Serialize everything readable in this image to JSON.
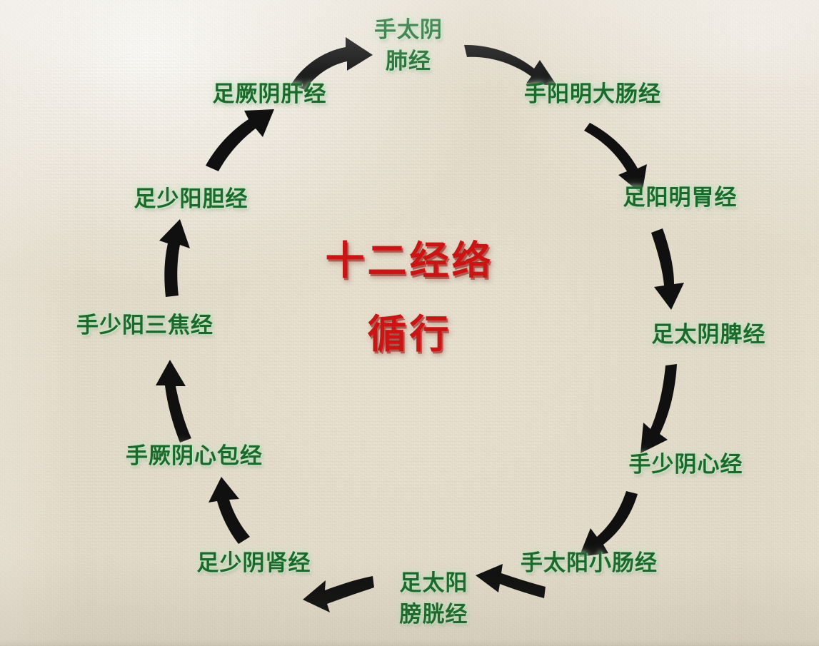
{
  "diagram": {
    "title_line1": "十二经络",
    "title_line2": "循行",
    "title_color": "#cf1414",
    "label_color": "#1a6b2c",
    "arrow_color": "#101010",
    "background_color": "#e7e0d0",
    "type": "cycle",
    "direction": "clockwise",
    "node_count": 12,
    "nodes": [
      {
        "order": 1,
        "label": "手太阴肺经",
        "lines": [
          "手太阴",
          "肺经"
        ],
        "position": "top"
      },
      {
        "order": 2,
        "label": "手阳明大肠经",
        "lines": [
          "手阳明大肠经"
        ],
        "position": "top-right"
      },
      {
        "order": 3,
        "label": "足阳明胃经",
        "lines": [
          "足阳明胃经"
        ],
        "position": "right-upper"
      },
      {
        "order": 4,
        "label": "足太阴脾经",
        "lines": [
          "足太阴脾经"
        ],
        "position": "right"
      },
      {
        "order": 5,
        "label": "手少阴心经",
        "lines": [
          "手少阴心经"
        ],
        "position": "right-lower"
      },
      {
        "order": 6,
        "label": "手太阳小肠经",
        "lines": [
          "手太阳小肠经"
        ],
        "position": "bottom-right"
      },
      {
        "order": 7,
        "label": "足太阳膀胱经",
        "lines": [
          "足太阳",
          "膀胱经"
        ],
        "position": "bottom"
      },
      {
        "order": 8,
        "label": "足少阴肾经",
        "lines": [
          "足少阴肾经"
        ],
        "position": "bottom-left"
      },
      {
        "order": 9,
        "label": "手厥阴心包经",
        "lines": [
          "手厥阴心包经"
        ],
        "position": "left-lower"
      },
      {
        "order": 10,
        "label": "手少阳三焦经",
        "lines": [
          "手少阳三焦经"
        ],
        "position": "left"
      },
      {
        "order": 11,
        "label": "足少阳胆经",
        "lines": [
          "足少阳胆经"
        ],
        "position": "left-upper"
      },
      {
        "order": 12,
        "label": "足厥阴肝经",
        "lines": [
          "足厥阴肝经"
        ],
        "position": "top-left"
      }
    ],
    "arrows": [
      {
        "from": "足厥阴肝经",
        "to": "手太阴肺经"
      },
      {
        "from": "手太阴肺经",
        "to": "手阳明大肠经"
      },
      {
        "from": "手阳明大肠经",
        "to": "足阳明胃经"
      },
      {
        "from": "足阳明胃经",
        "to": "足太阴脾经"
      },
      {
        "from": "足太阴脾经",
        "to": "手少阴心经"
      },
      {
        "from": "手少阴心经",
        "to": "手太阳小肠经"
      },
      {
        "from": "手太阳小肠经",
        "to": "足太阳膀胱经"
      },
      {
        "from": "足太阳膀胱经",
        "to": "足少阴肾经"
      },
      {
        "from": "足少阴肾经",
        "to": "手厥阴心包经"
      },
      {
        "from": "手厥阴心包经",
        "to": "手少阳三焦经"
      },
      {
        "from": "手少阳三焦经",
        "to": "足少阳胆经"
      },
      {
        "from": "足少阳胆经",
        "to": "足厥阴肝经"
      }
    ]
  }
}
